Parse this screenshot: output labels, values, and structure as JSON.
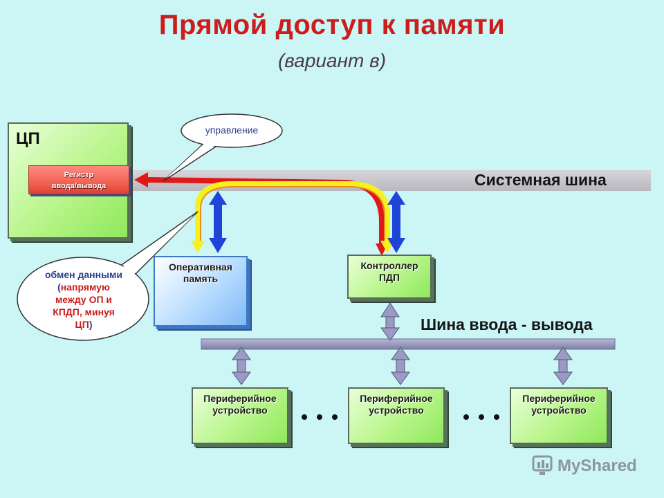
{
  "title": "Прямой доступ к памяти",
  "subtitle": "(вариант в)",
  "cpu": {
    "label": "ЦП",
    "register_line1": "Регистр",
    "register_line2": "ввода/вывода"
  },
  "system_bus": {
    "label": "Системная шина"
  },
  "io_bus": {
    "label": "Шина ввода - вывода"
  },
  "callout_control": {
    "text": "управление"
  },
  "callout_exchange": {
    "line1": "обмен данными",
    "line2_open": "(",
    "line2": "напрямую",
    "line3": "между ОП и",
    "line4": "КПДП, минуя",
    "line5": "ЦП",
    "line5_close": ")"
  },
  "ram": {
    "line1": "Оперативная",
    "line2": "память"
  },
  "dma": {
    "line1": "Контроллер",
    "line2": "ПДП"
  },
  "peripherals": [
    {
      "line1": "Периферийное",
      "line2": "устройство"
    },
    {
      "line1": "Периферийное",
      "line2": "устройство"
    },
    {
      "line1": "Периферийное",
      "line2": "устройство"
    }
  ],
  "watermark": {
    "text": "MyShared"
  },
  "colors": {
    "title": "#cc1c1c",
    "background": "#ccf6f6",
    "red_arrow": "#e01818",
    "yellow_arrow": "#f5f020",
    "blue_arrow": "#1f45d8",
    "grey_arrow": "#9a9ac4",
    "callout_red": "#cc1c1c",
    "callout_blue": "#2a3f8a"
  }
}
